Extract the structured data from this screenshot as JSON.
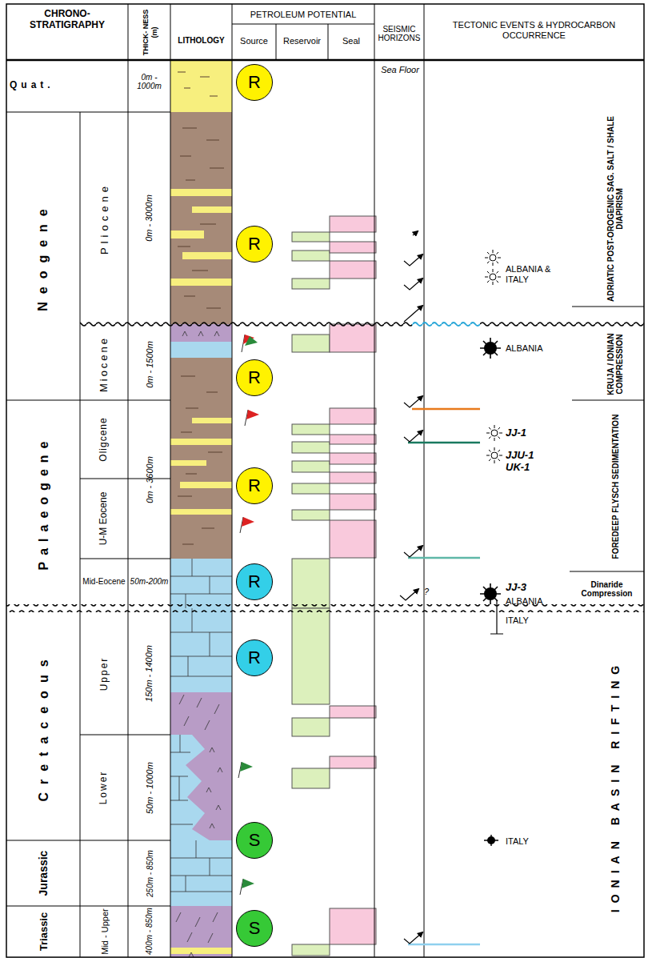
{
  "diagram": {
    "nodes": [
      {
        "text": [
          "R"
        ]
      },
      {
        "text": [
          "R"
        ]
      },
      {
        "text": [
          "R"
        ]
      },
      {
        "text": [
          "R"
        ]
      },
      {
        "text": [
          "R"
        ]
      },
      {
        "text": [
          "R"
        ]
      },
      {
        "text": [
          "S"
        ]
      },
      {
        "text": [
          "S"
        ]
      }
    ],
    "labels": [
      "CHRONO- STRATIGRAPHY",
      "THICK- NESS (m)",
      "LITHOLOGY",
      "PETROLEUM POTENTIAL",
      "Source",
      "Reservoir",
      "Seal",
      "SEISMIC HORIZONS",
      "TECTONIC EVENTS & HYDROCARBON OCCURRENCE",
      "Sea Floor",
      "Quat.",
      "0m - 1000m",
      "Neogene",
      "Pliocene",
      "0m - 3000m",
      "Miocene",
      "0m - 1500m",
      "Palaeogene",
      "Oligcene",
      "0m - 3600m",
      "U-M Eocene",
      "Mid-Eocene",
      "50m-200m",
      "Cretaceous",
      "Upper",
      "150m - 1400m",
      "Lower",
      "50m - 1000m",
      "Jurassic",
      "250m - 850m",
      "Triassic",
      "Mid - Upper",
      "400m - 850m",
      "?",
      "ALBANIA & ITALY",
      "ALBANIA",
      "JJ-1",
      "JJU-1 UK-1",
      "JJ-3",
      "ALBANIA",
      "ITALY",
      "ITALY",
      "ADRIATIC POST-OROGENIC SAG. SALT / SHALE DIAPIRISM",
      "KRUJA / IONIAN COMPRESSION",
      "FOREDEEP FLYSCH SEDIMENTATION",
      "Dinaride Compression",
      "IONIAN BASIN RIFTING"
    ]
  }
}
